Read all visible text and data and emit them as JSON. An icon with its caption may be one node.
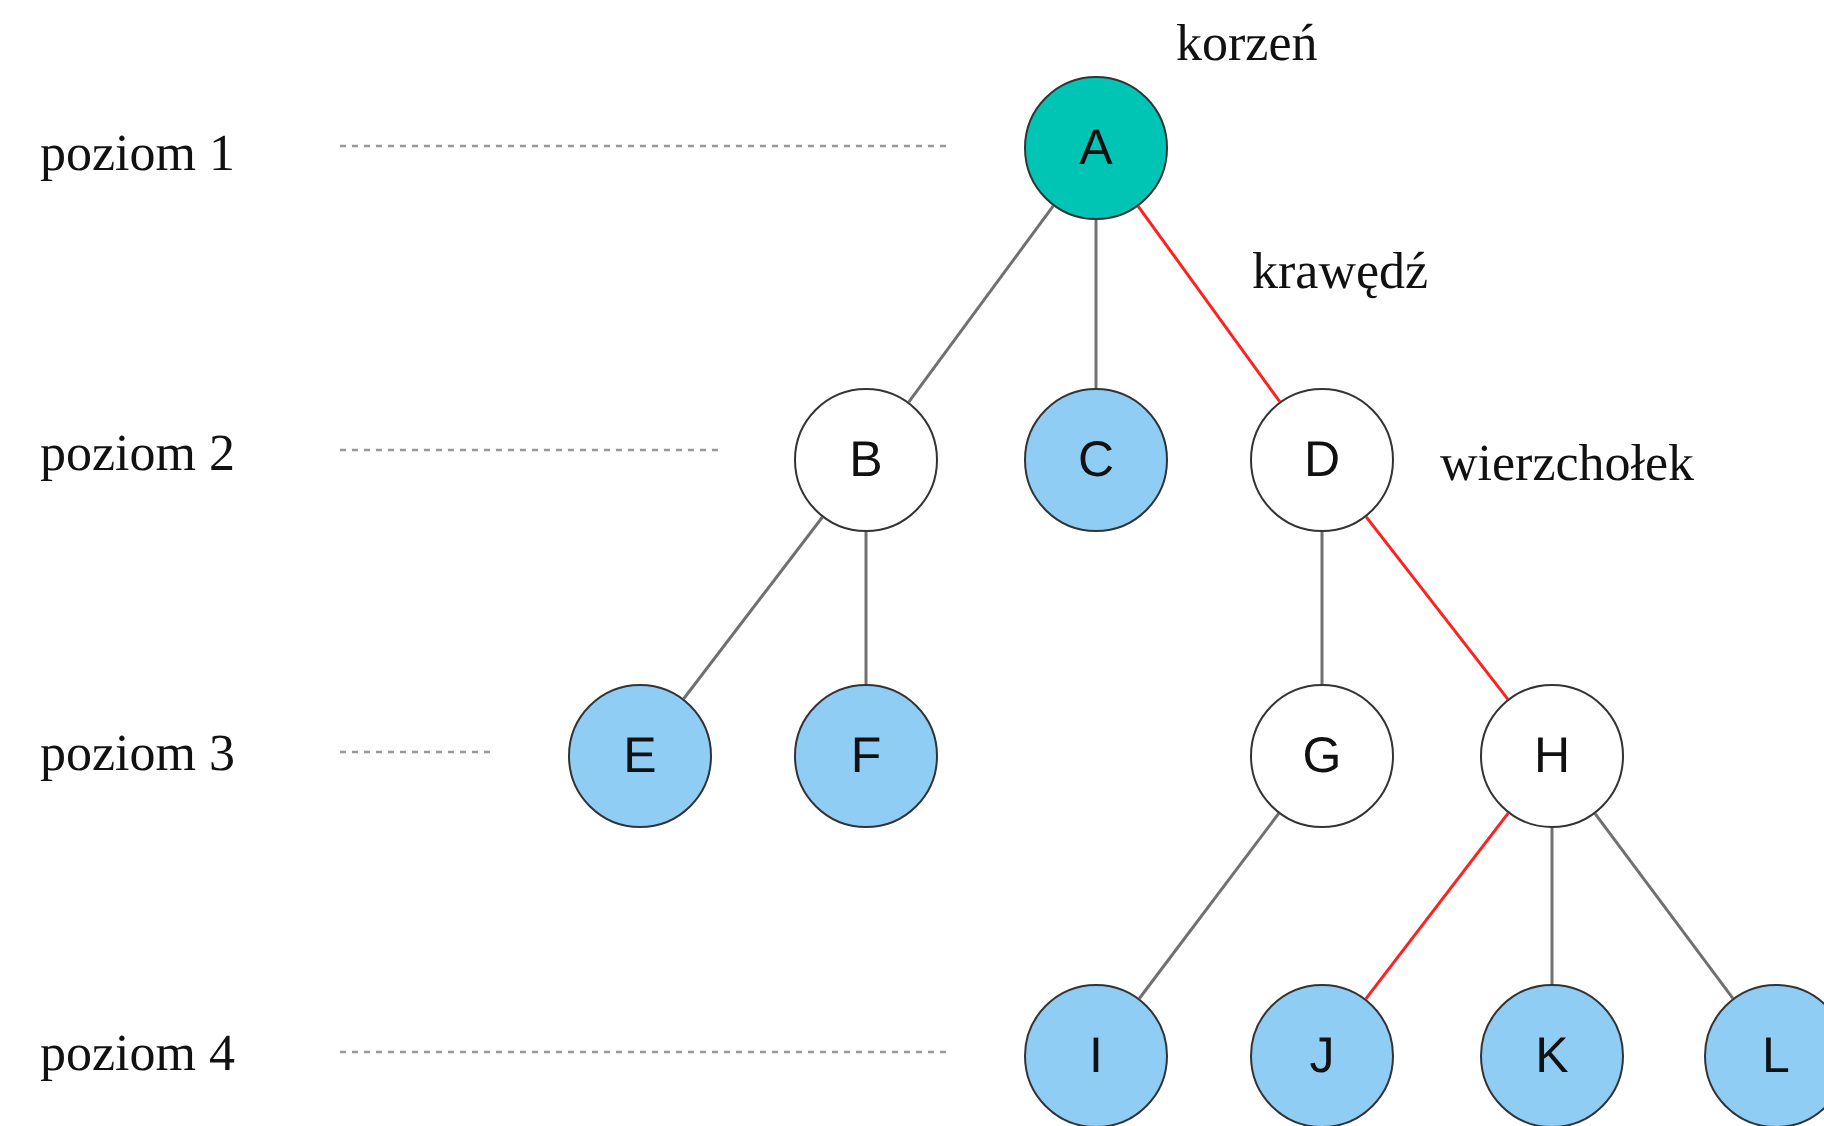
{
  "diagram": {
    "nodes": [
      {
        "text": [
          "A"
        ],
        "beside": [
          "korzeń"
        ]
      },
      {
        "text": [
          "B"
        ]
      },
      {
        "text": [
          "C"
        ]
      },
      {
        "text": [
          "D"
        ],
        "beside": [
          "wierzchołek"
        ]
      },
      {
        "text": [
          "E"
        ]
      },
      {
        "text": [
          "F"
        ]
      },
      {
        "text": [
          "G"
        ]
      },
      {
        "text": [
          "H"
        ]
      },
      {
        "text": [
          "I"
        ]
      },
      {
        "text": [
          "J"
        ]
      },
      {
        "text": [
          "K"
        ]
      },
      {
        "text": [
          "L"
        ]
      }
    ],
    "edges": [
      {
        "from": 0,
        "to": 1,
        "arrow": "none"
      },
      {
        "from": 0,
        "to": 2,
        "arrow": "none"
      },
      {
        "from": 0,
        "to": 3,
        "arrow": "none",
        "label": "krawędź",
        "color": "#ff2020"
      },
      {
        "from": 1,
        "to": 4,
        "arrow": "none"
      },
      {
        "from": 1,
        "to": 5,
        "arrow": "none"
      },
      {
        "from": 3,
        "to": 6,
        "arrow": "none"
      },
      {
        "from": 3,
        "to": 7,
        "arrow": "none",
        "color": "#ff2020"
      },
      {
        "from": 6,
        "to": 8,
        "arrow": "none"
      },
      {
        "from": 7,
        "to": 9,
        "arrow": "none",
        "color": "#ff2020"
      },
      {
        "from": 7,
        "to": 10,
        "arrow": "none"
      },
      {
        "from": 7,
        "to": 11,
        "arrow": "none"
      }
    ],
    "labels": [
      "poziom 1",
      "poziom 2",
      "poziom 3",
      "poziom 4"
    ]
  }
}
